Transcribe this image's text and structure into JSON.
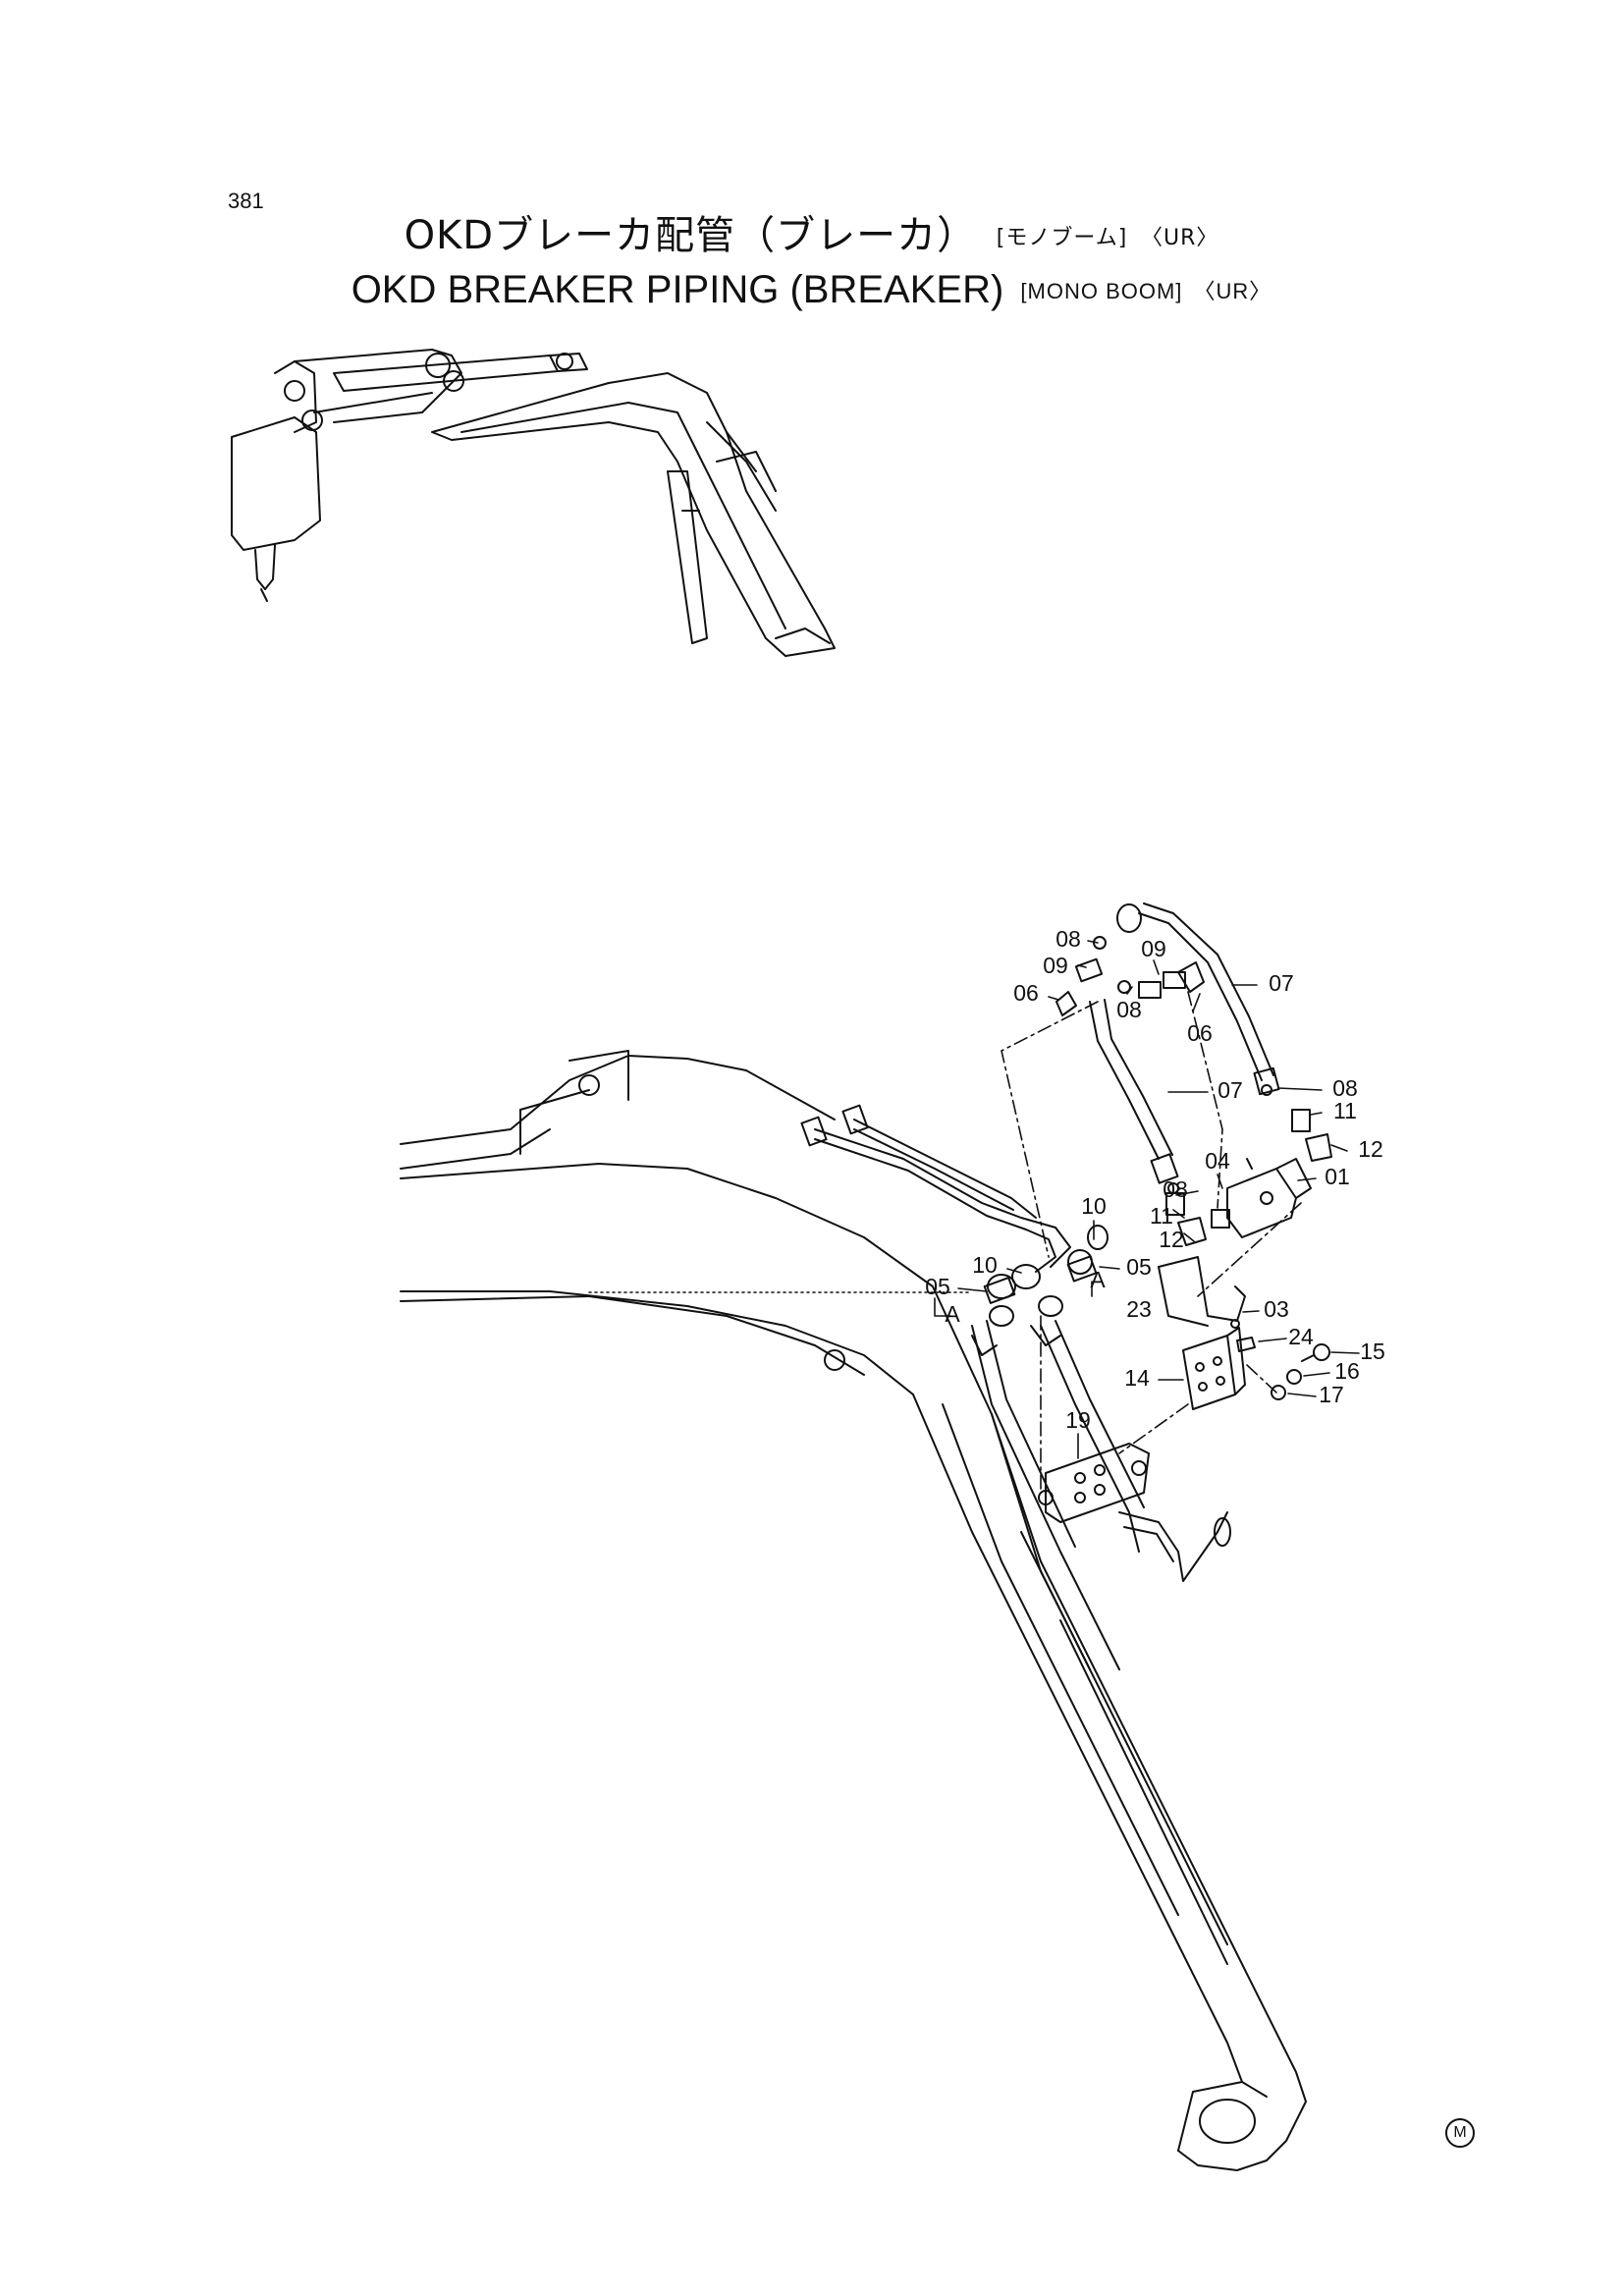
{
  "page": {
    "number": "381"
  },
  "title": {
    "jp_main": "OKDブレーカ配管（ブレーカ）",
    "jp_tag1": "[モノブーム]",
    "jp_tag2": "〈UR〉",
    "en_main": "OKD BREAKER PIPING (BREAKER)",
    "en_tag1": "[MONO BOOM]",
    "en_tag2": "〈UR〉"
  },
  "callouts": [
    "08",
    "09",
    "06",
    "09",
    "08",
    "06",
    "07",
    "07",
    "08",
    "11",
    "12",
    "04",
    "01",
    "10",
    "08",
    "11",
    "12",
    "10",
    "05",
    "05",
    "A",
    "A",
    "23",
    "03",
    "24",
    "15",
    "14",
    "16",
    "17",
    "19"
  ],
  "mark": "M"
}
